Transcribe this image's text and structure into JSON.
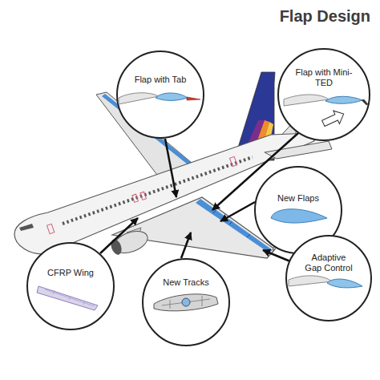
{
  "diagram": {
    "title": "Flap Design",
    "nodes": [
      {
        "text": [
          "Flap with Tab"
        ]
      },
      {
        "text": [
          "Flap with Mini-TED"
        ]
      },
      {
        "text": [
          "New Flaps"
        ]
      },
      {
        "text": [
          "CFRP Wing"
        ]
      },
      {
        "text": [
          "New Tracks"
        ]
      },
      {
        "text": [
          "Adaptive Gap Control"
        ]
      }
    ]
  }
}
